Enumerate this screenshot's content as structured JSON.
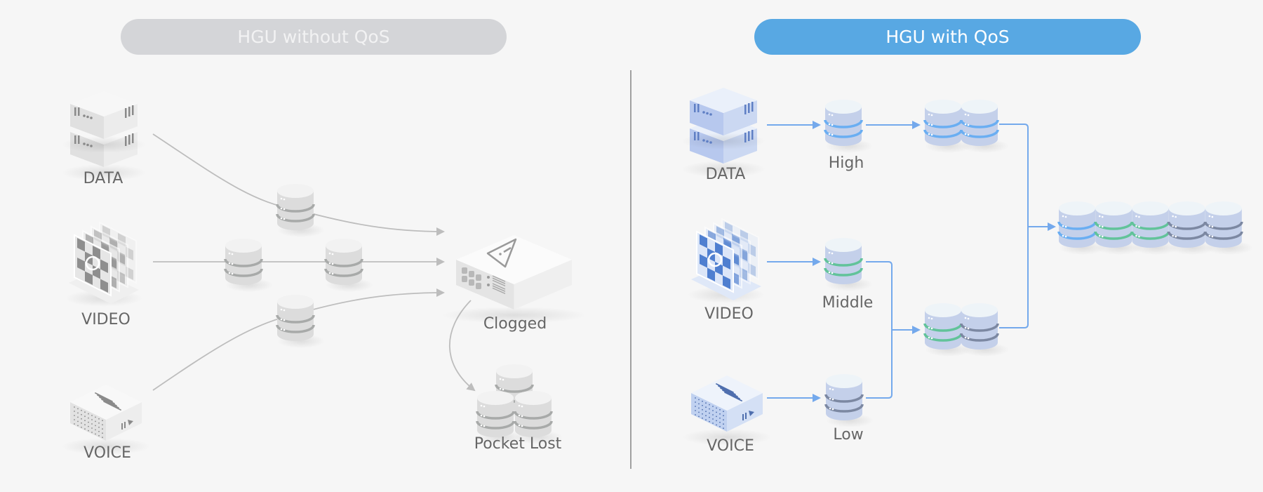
{
  "headers": {
    "left": "HGU without QoS",
    "right": "HGU with QoS"
  },
  "colors": {
    "background": "#f6f6f6",
    "pill_left": "#d4d5d8",
    "pill_right": "#58a8e3",
    "arrow_gray": "#bdbdbd",
    "arrow_blue": "#74a9ec",
    "stripe_blue": "#6aaef2",
    "stripe_green": "#62c39a",
    "stripe_dark": "#7c88a2",
    "stripe_gray": "#a8aaa9",
    "divider": "#a0a0a0"
  },
  "left": {
    "sources": [
      "DATA",
      "VIDEO",
      "VOICE"
    ],
    "router_label": "Clogged",
    "lost_label": "Pocket Lost"
  },
  "right": {
    "sources": [
      "DATA",
      "VIDEO",
      "VOICE"
    ],
    "queues": [
      "High",
      "Middle",
      "Low"
    ],
    "queue_colors": [
      "blue",
      "green",
      "dark"
    ],
    "merge_top": [
      "blue",
      "blue"
    ],
    "merge_bottom": [
      "green",
      "dark"
    ],
    "output": [
      "blue",
      "green",
      "green",
      "dark",
      "dark"
    ]
  }
}
